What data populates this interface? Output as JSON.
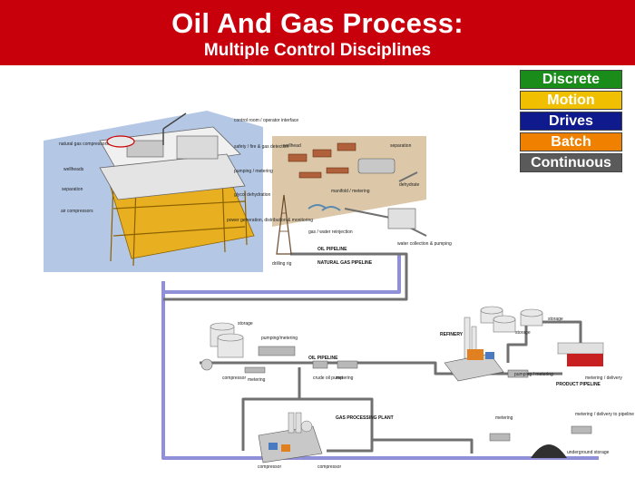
{
  "header": {
    "title": "Oil And Gas Process:",
    "subtitle": "Multiple Control Disciplines",
    "color": "#c8000c"
  },
  "legend": [
    {
      "label": "Discrete",
      "color": "#1a8c1a"
    },
    {
      "label": "Motion",
      "color": "#f0c000"
    },
    {
      "label": "Drives",
      "color": "#0f1a8c"
    },
    {
      "label": "Batch",
      "color": "#f08000"
    },
    {
      "label": "Continuous",
      "color": "#5a5a5a"
    }
  ],
  "diagram": {
    "platform_labels": {
      "natural_gas_compressors": "natural gas compressors",
      "wellheads": "wellheads",
      "separation": "separation",
      "air_compressors": "air compressors",
      "control_room": "control room / operator interface",
      "safety": "safety / fire & gas detection",
      "pumping": "pumping / metering",
      "glycol": "glycol dehydration",
      "power": "power generation, distribution & monitoring"
    },
    "field_labels": {
      "wellhead": "wellhead",
      "separation": "separation",
      "manifold": "manifold / metering",
      "dehydrate": "dehydrate",
      "gas_water": "gas / water reinjection",
      "water_collection": "water collection & pumping",
      "drilling_rig": "drilling rig",
      "oil_pipeline": "OIL PIPELINE",
      "natural_gas_pipeline": "NATURAL GAS PIPELINE"
    },
    "midstream_labels": {
      "storage": "storage",
      "pumping_metering": "pumping/metering",
      "oil_pipeline": "OIL PIPELINE",
      "compressor": "compressor",
      "metering": "metering",
      "crude_oil_pump": "crude oil pump",
      "gas_processing_plant": "GAS PROCESSING PLANT",
      "compressor_bottom_left": "compressor",
      "compressor_bottom_right": "compressor"
    },
    "downstream_labels": {
      "refinery": "REFINERY",
      "storage_refinery": "storage",
      "storage_right": "storage",
      "pumping_metering_refinery": "pumping / metering",
      "product_pipeline": "PRODUCT PIPELINE",
      "metering_delivery": "metering / delivery",
      "metering": "metering",
      "metering_delivery_pipeline": "metering / delivery to pipeline",
      "underground_storage": "underground storage"
    }
  }
}
